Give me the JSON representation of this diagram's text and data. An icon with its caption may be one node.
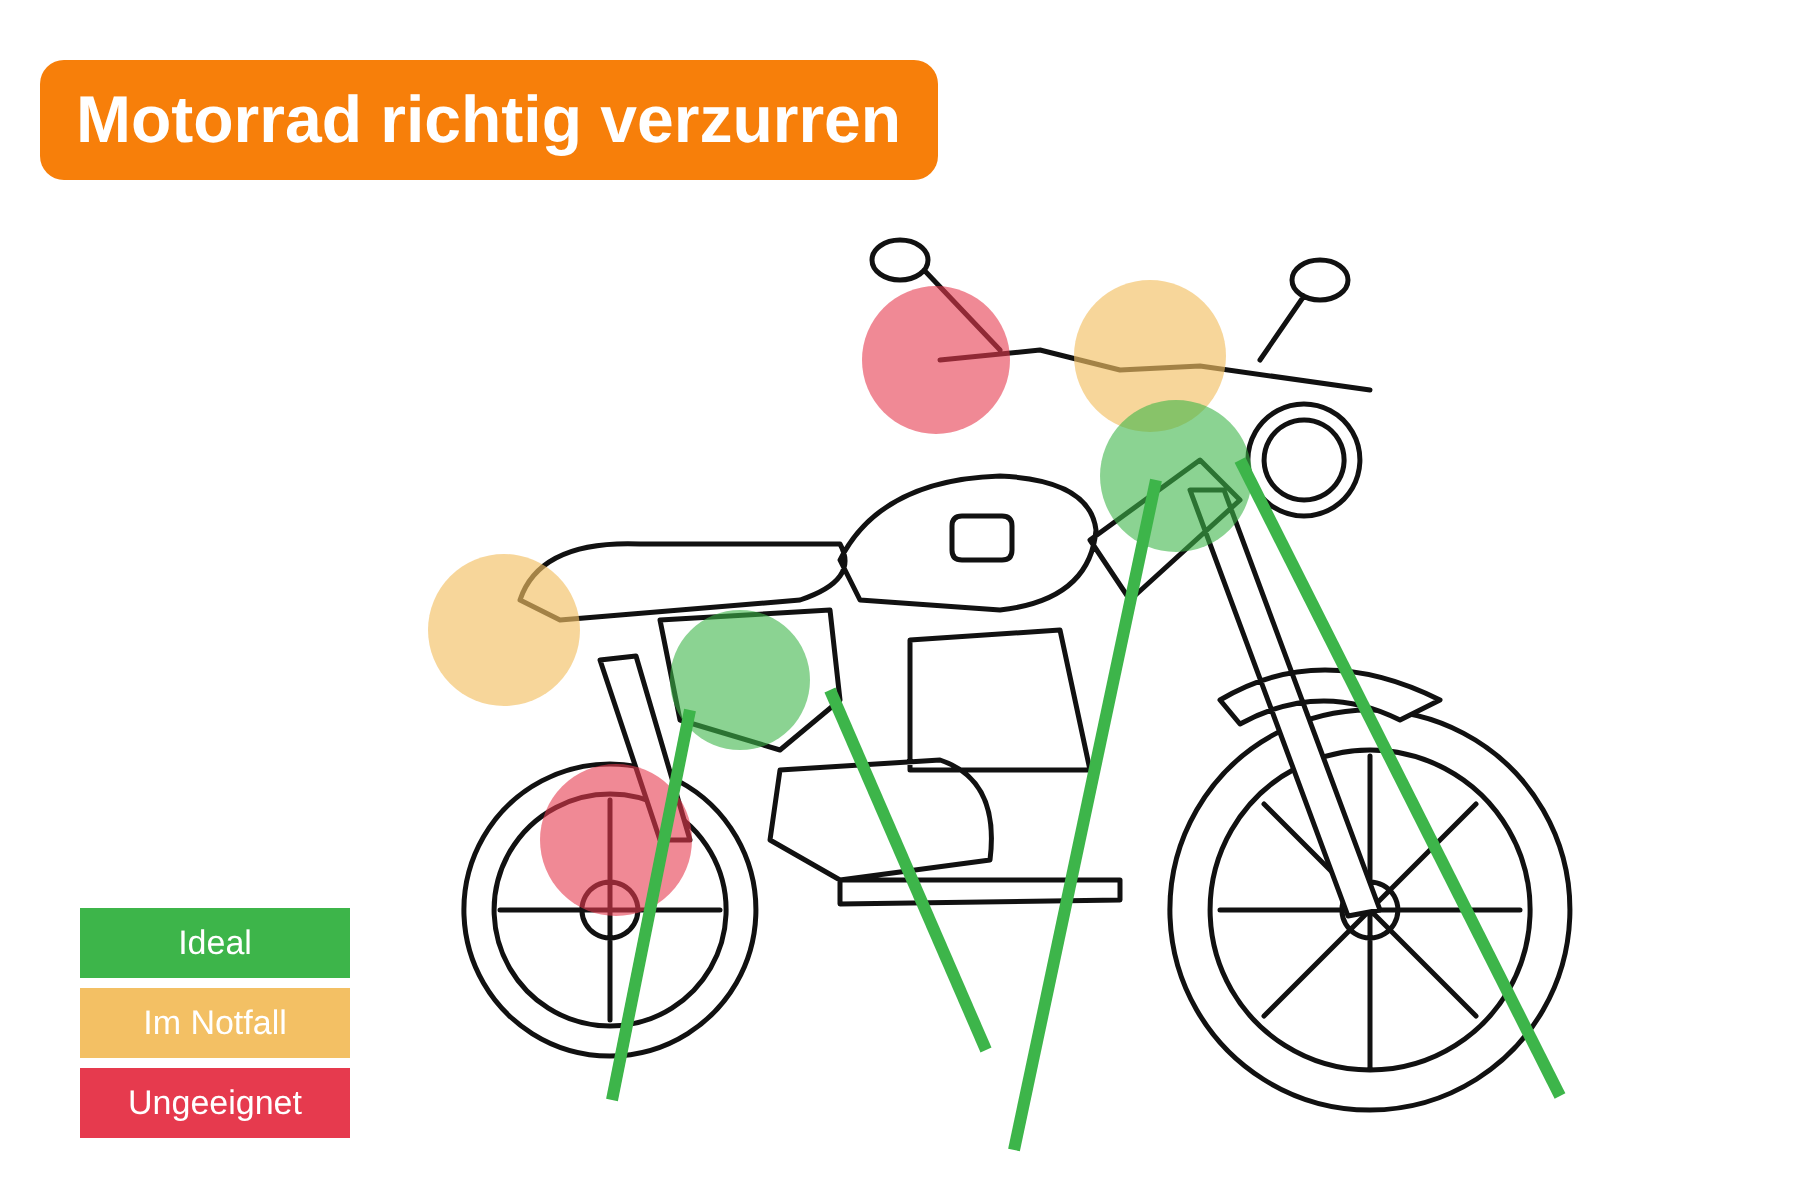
{
  "diagram": {
    "title": "Motorrad richtig verzurren",
    "legend": [
      {
        "text": "Ideal",
        "color": "#3db54a"
      },
      {
        "text": "Im Notfall",
        "color": "#f3c064"
      },
      {
        "text": "Ungeeignet",
        "color": "#e63a4e"
      }
    ]
  }
}
